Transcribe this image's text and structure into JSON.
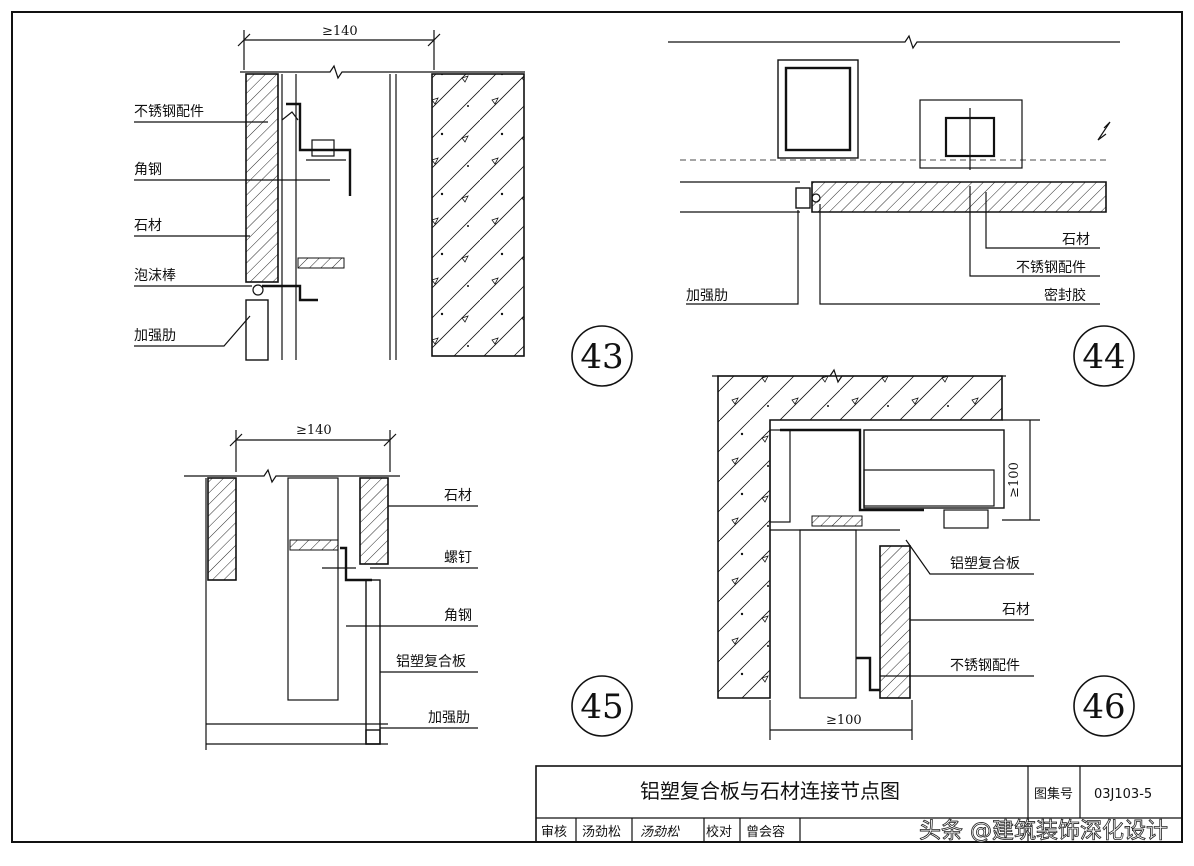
{
  "details": {
    "d43": {
      "number": "43",
      "dimension": "≥140",
      "labels": [
        "不锈钢配件",
        "角钢",
        "石材",
        "泡沫棒",
        "加强肋"
      ]
    },
    "d44": {
      "number": "44",
      "labels": [
        "石材",
        "不锈钢配件",
        "加强肋",
        "密封胶"
      ]
    },
    "d45": {
      "number": "45",
      "dimension": "≥140",
      "labels": [
        "石材",
        "螺钉",
        "角钢",
        "铝塑复合板",
        "加强肋"
      ]
    },
    "d46": {
      "number": "46",
      "dimension_vertical": "≥100",
      "dimension_bottom": "≥100",
      "labels": [
        "铝塑复合板",
        "石材",
        "不锈钢配件"
      ]
    }
  },
  "title_block": {
    "title": "铝塑复合板与石材连接节点图",
    "atlas_label": "图集号",
    "atlas_number": "03J103-5",
    "review_label": "审核",
    "reviewer": "汤劲松",
    "reviewer_signature": "汤劲松",
    "check_label": "校对",
    "checker": "曾会容"
  },
  "watermark": "头条 @建筑装饰深化设计"
}
